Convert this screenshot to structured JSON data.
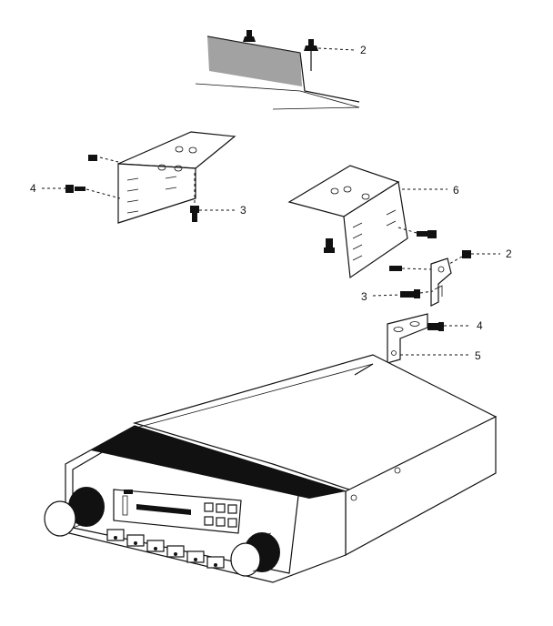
{
  "callouts": {
    "screw_top": "2",
    "bracket_right": "6",
    "nut_left": "4",
    "bolt_left": "3",
    "screw_right": "2",
    "bolt_right": "3",
    "nut_right": "4",
    "plate_right": "5"
  },
  "colors": {
    "ink": "#111111",
    "paper": "#ffffff"
  }
}
